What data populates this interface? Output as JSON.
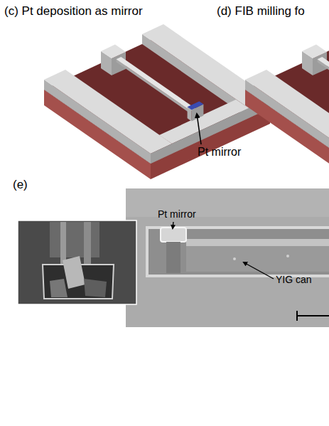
{
  "diagram": {
    "labels": [
      "(c) Pt deposition as mirror",
      "(d) FIB milling fo",
      "Pt mirror",
      "(e)",
      "Pt mirror",
      "YIG can"
    ]
  }
}
